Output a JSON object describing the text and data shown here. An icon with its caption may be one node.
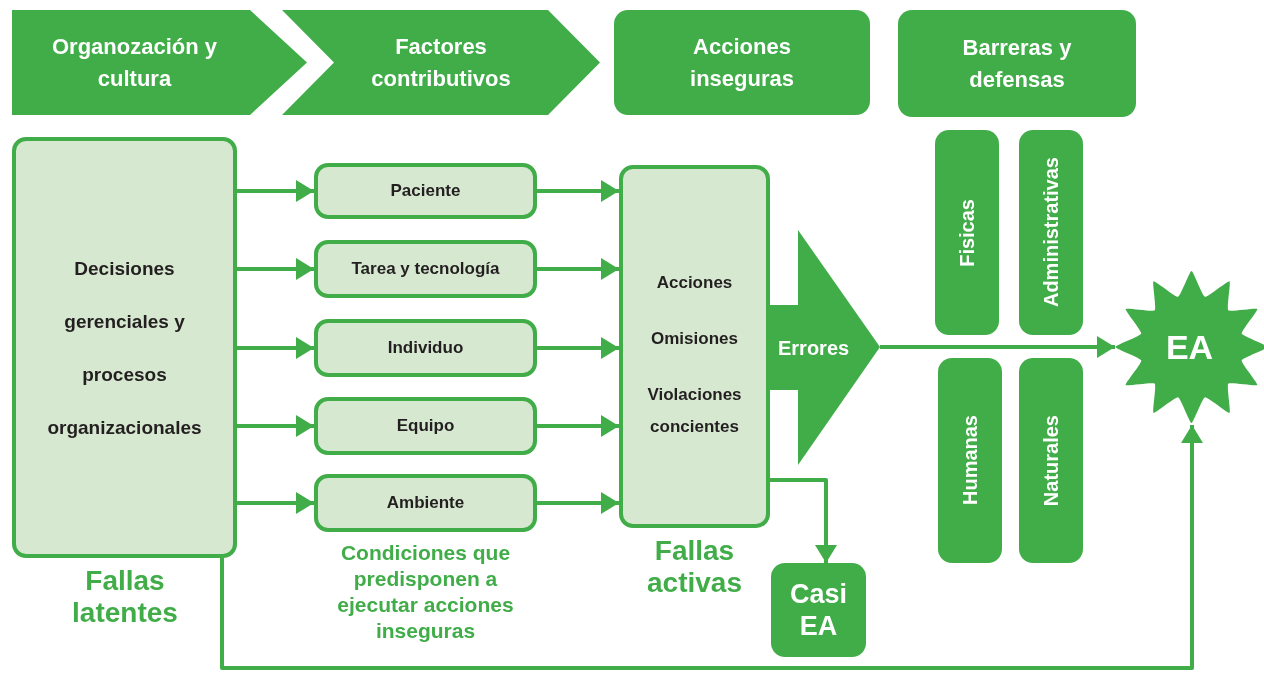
{
  "diagram": {
    "nodes": [
      {
        "text": [
          "Organozación y cultura"
        ]
      },
      {
        "text": [
          "Factores contributivos"
        ]
      },
      {
        "text": [
          "Acciones inseguras"
        ]
      },
      {
        "text": [
          "Barreras y defensas"
        ]
      },
      {
        "text": [
          "Decisiones gerenciales y procesos organizacionales"
        ],
        "beside": [
          "Fallas latentes"
        ]
      },
      {
        "text": [
          "Paciente"
        ]
      },
      {
        "text": [
          "Tarea y tecnología"
        ]
      },
      {
        "text": [
          "Individuo"
        ]
      },
      {
        "text": [
          "Equipo"
        ]
      },
      {
        "text": [
          "Ambiente"
        ]
      },
      {
        "text": [
          "Acciones",
          "Omisiones",
          "Violaciones concientes"
        ],
        "beside": [
          "Fallas activas"
        ]
      },
      {
        "text": [
          "Errores"
        ]
      },
      {
        "text": [
          "Fisicas"
        ]
      },
      {
        "text": [
          "Administrativas"
        ]
      },
      {
        "text": [
          "Humanas"
        ]
      },
      {
        "text": [
          "Naturales"
        ]
      },
      {
        "text": [
          "EA"
        ]
      },
      {
        "text": [
          "Casi EA"
        ]
      }
    ],
    "edges": [
      {
        "from": 4,
        "to": 5,
        "arrow": "to"
      },
      {
        "from": 4,
        "to": 6,
        "arrow": "to"
      },
      {
        "from": 4,
        "to": 7,
        "arrow": "to"
      },
      {
        "from": 4,
        "to": 8,
        "arrow": "to"
      },
      {
        "from": 4,
        "to": 9,
        "arrow": "to"
      },
      {
        "from": 5,
        "to": 10,
        "arrow": "to"
      },
      {
        "from": 6,
        "to": 10,
        "arrow": "to"
      },
      {
        "from": 7,
        "to": 10,
        "arrow": "to"
      },
      {
        "from": 8,
        "to": 10,
        "arrow": "to"
      },
      {
        "from": 9,
        "to": 10,
        "arrow": "to"
      },
      {
        "from": 11,
        "to": 16,
        "arrow": "to"
      },
      {
        "from": 10,
        "to": 17,
        "arrow": "to"
      },
      {
        "from": 4,
        "to": 16,
        "arrow": "to"
      }
    ],
    "labels": [
      "Condiciones que predisponen a ejecutar acciones inseguras"
    ]
  }
}
